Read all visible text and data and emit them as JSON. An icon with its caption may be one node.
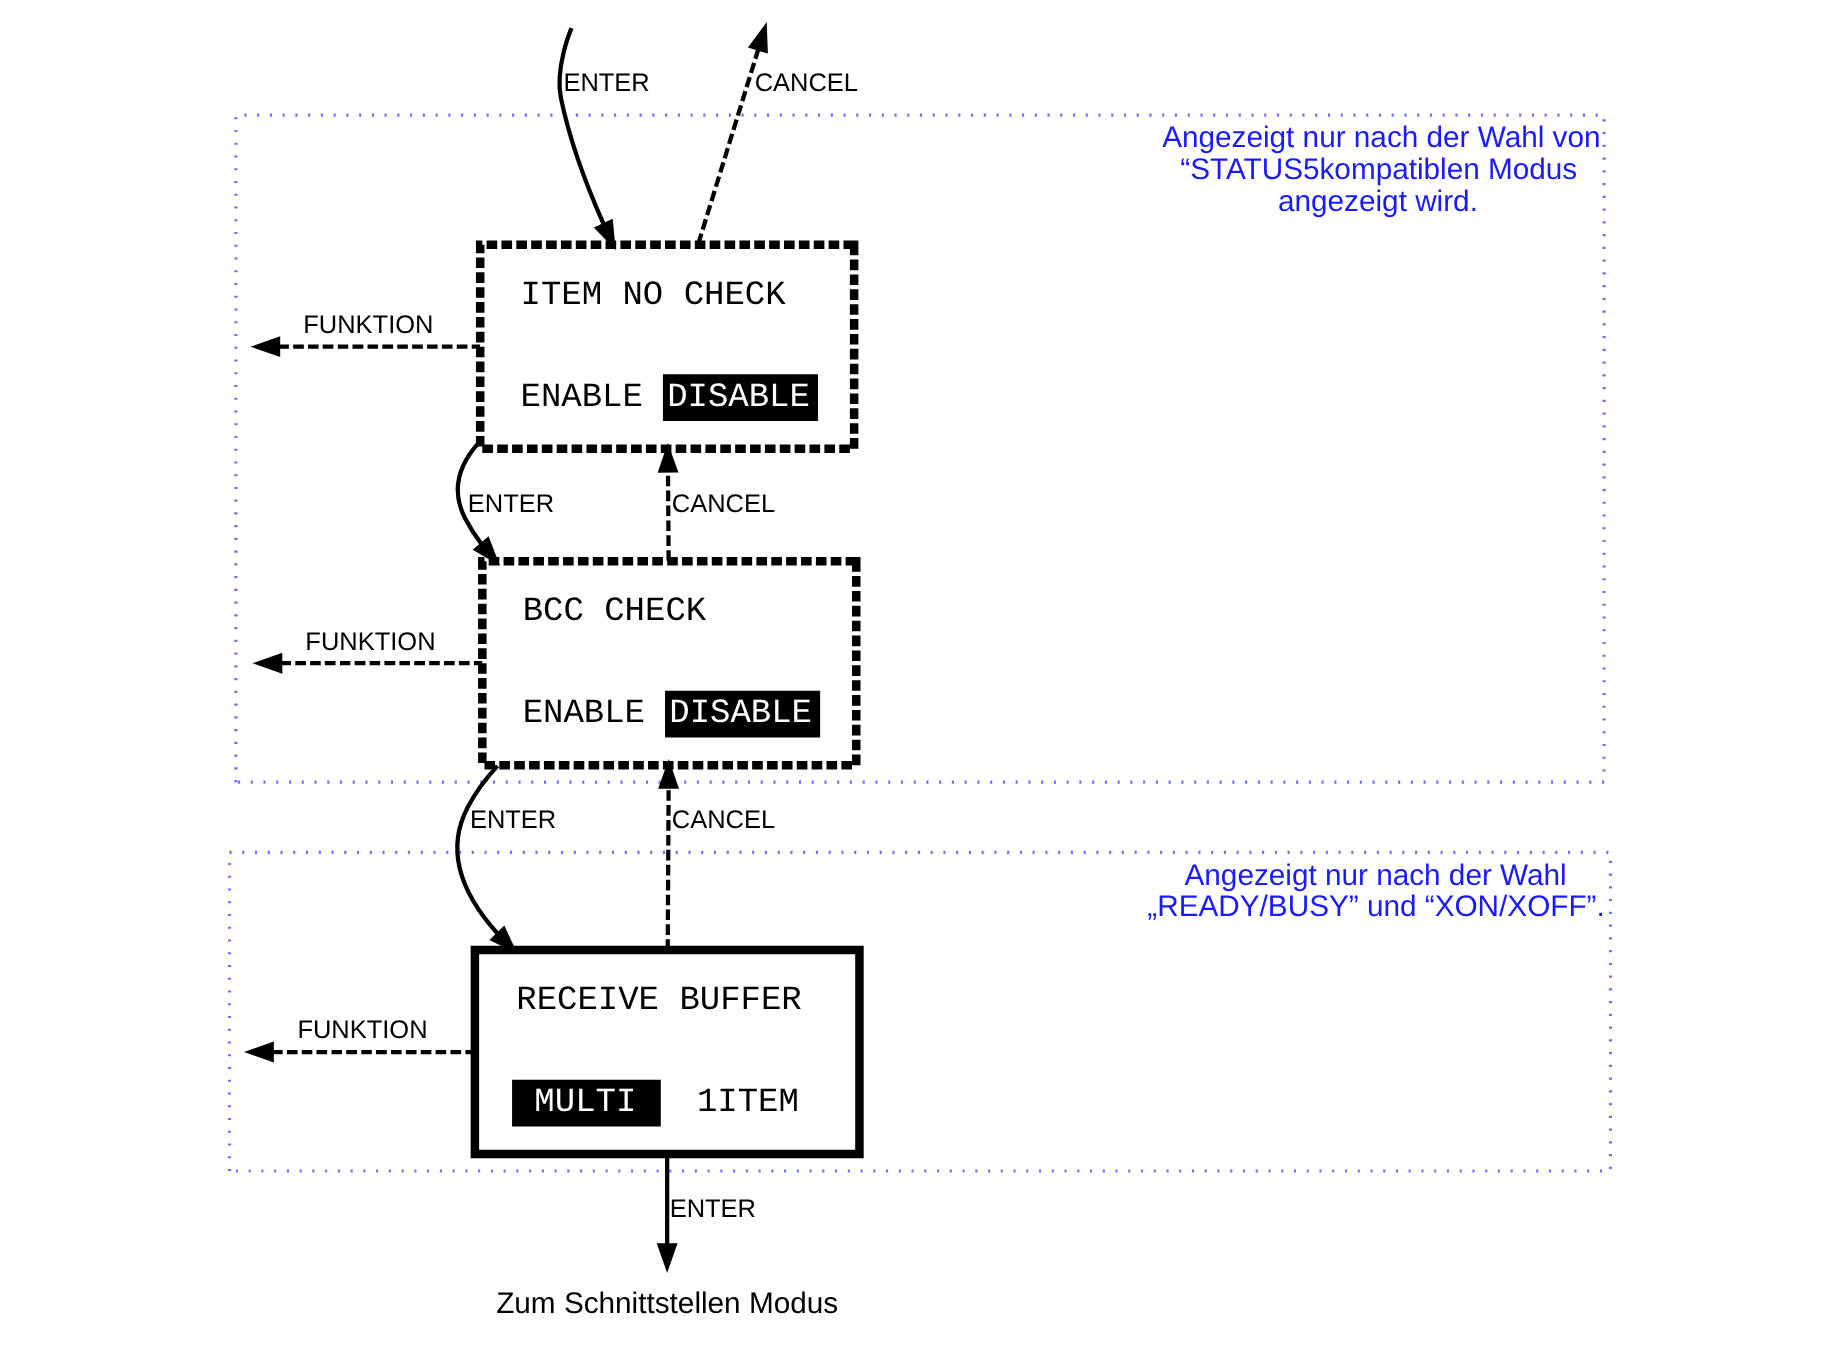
{
  "diagram": {
    "nodes": [
      {
        "text": [
          "Angezeigt nur nach der Wahl von “STATUS5kompatiblen Modus angezeigt wird."
        ]
      },
      {
        "text": [
          "ITEM NO CHECK",
          "ENABLE",
          "DISABLE"
        ],
        "in": 0
      },
      {
        "text": [
          "BCC CHECK",
          "ENABLE",
          "DISABLE"
        ],
        "in": 0
      },
      {
        "text": [
          "Angezeigt nur nach der Wahl „READY/BUSY” und “XON/XOFF”."
        ]
      },
      {
        "text": [
          "RECEIVE BUFFER",
          "MULTI",
          "1ITEM"
        ],
        "in": 3
      },
      {
        "text": [
          "Zum Schnittstellen Modus"
        ]
      }
    ],
    "edges": [
      {
        "from": null,
        "to": 1,
        "arrow": "to",
        "label": "ENTER"
      },
      {
        "from": 1,
        "to": null,
        "arrow": "to",
        "label": "CANCEL",
        "style": "dashed"
      },
      {
        "from": 1,
        "to": null,
        "arrow": "to",
        "label": "FUNKTION",
        "style": "dashed"
      },
      {
        "from": 1,
        "to": 2,
        "arrow": "to",
        "label": "ENTER"
      },
      {
        "from": 2,
        "to": 1,
        "arrow": "to",
        "label": "CANCEL",
        "style": "dashed"
      },
      {
        "from": 2,
        "to": null,
        "arrow": "to",
        "label": "FUNKTION",
        "style": "dashed"
      },
      {
        "from": 2,
        "to": 4,
        "arrow": "to",
        "label": "ENTER"
      },
      {
        "from": 4,
        "to": 2,
        "arrow": "to",
        "label": "CANCEL",
        "style": "dashed"
      },
      {
        "from": 4,
        "to": null,
        "arrow": "to",
        "label": "FUNKTION",
        "style": "dashed"
      },
      {
        "from": 4,
        "to": 5,
        "arrow": "to",
        "label": "ENTER"
      }
    ]
  }
}
